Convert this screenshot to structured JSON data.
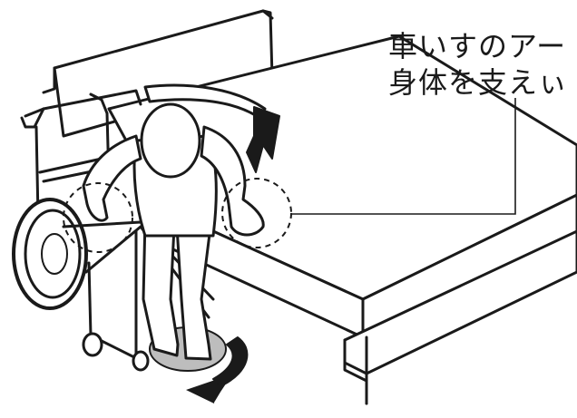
{
  "caption": {
    "line1": "車いすのアー",
    "line2": "身体を支えぃ"
  },
  "colors": {
    "ink": "#1a1a1a",
    "floor_shadow": "#bdbdbd",
    "highlight_circle": "#1a1a1a"
  },
  "icons": [
    "bed",
    "wheelchair",
    "person",
    "rotation-arrow",
    "highlight-circle",
    "leader-line"
  ]
}
